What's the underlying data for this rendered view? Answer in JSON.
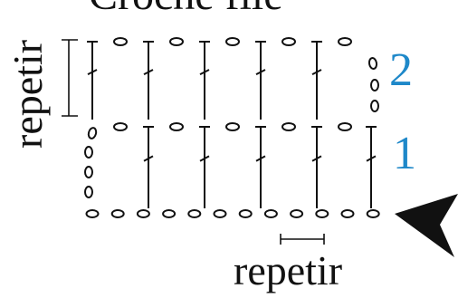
{
  "title": "Crochê filé",
  "rows": [
    "1",
    "2"
  ],
  "repeat_label_side": "repetir",
  "repeat_label_bottom": "repetir",
  "colors": {
    "ink": "#111111",
    "row_number": "#1e88c9",
    "background": "#ffffff"
  },
  "icons": {
    "start_arrow": "arrowhead-pointer-icon"
  }
}
